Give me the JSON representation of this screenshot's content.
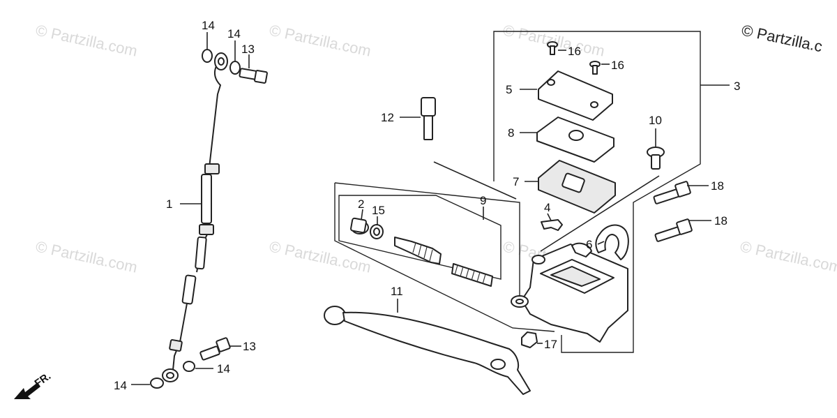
{
  "copyright": "© Partzilla.c",
  "watermark_text": "© Partzilla.com",
  "direction_label": "FR.",
  "callouts": [
    {
      "id": "c1",
      "text": "1"
    },
    {
      "id": "c2",
      "text": "2"
    },
    {
      "id": "c3",
      "text": "3"
    },
    {
      "id": "c4",
      "text": "4"
    },
    {
      "id": "c5",
      "text": "5"
    },
    {
      "id": "c6",
      "text": "6"
    },
    {
      "id": "c7",
      "text": "7"
    },
    {
      "id": "c8",
      "text": "8"
    },
    {
      "id": "c9",
      "text": "9"
    },
    {
      "id": "c10",
      "text": "10"
    },
    {
      "id": "c11",
      "text": "11"
    },
    {
      "id": "c12",
      "text": "12"
    },
    {
      "id": "c13a",
      "text": "13"
    },
    {
      "id": "c13b",
      "text": "13"
    },
    {
      "id": "c14a",
      "text": "14"
    },
    {
      "id": "c14b",
      "text": "14"
    },
    {
      "id": "c14c",
      "text": "14"
    },
    {
      "id": "c14d",
      "text": "14"
    },
    {
      "id": "c15",
      "text": "15"
    },
    {
      "id": "c16a",
      "text": "16"
    },
    {
      "id": "c16b",
      "text": "16"
    },
    {
      "id": "c17",
      "text": "17"
    },
    {
      "id": "c18a",
      "text": "18"
    },
    {
      "id": "c18b",
      "text": "18"
    }
  ],
  "icons": {
    "direction": "arrow-front-icon"
  }
}
